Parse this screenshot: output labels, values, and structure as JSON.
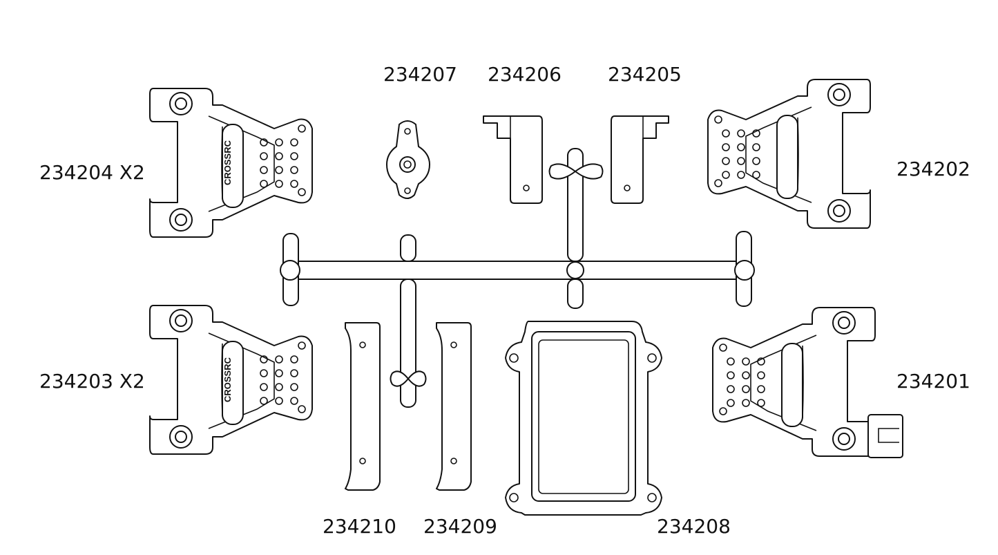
{
  "colors": {
    "line": "#111111",
    "background": "#ffffff"
  },
  "parts": [
    {
      "id": "234204",
      "label": "234204 X2"
    },
    {
      "id": "234207",
      "label": "234207"
    },
    {
      "id": "234206",
      "label": "234206"
    },
    {
      "id": "234205",
      "label": "234205"
    },
    {
      "id": "234202",
      "label": "234202"
    },
    {
      "id": "234203",
      "label": "234203 X2"
    },
    {
      "id": "234201",
      "label": "234201"
    },
    {
      "id": "234210",
      "label": "234210"
    },
    {
      "id": "234209",
      "label": "234209"
    },
    {
      "id": "234208",
      "label": "234208"
    }
  ],
  "arm_logo_text": "CROSSRC"
}
